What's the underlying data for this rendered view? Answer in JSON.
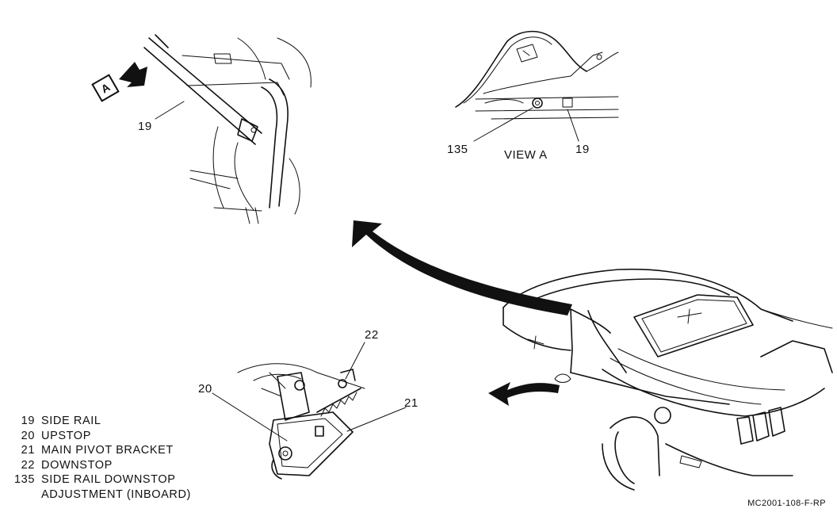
{
  "callouts": {
    "c19_main": "19",
    "c135": "135",
    "view_a": "VIEW A",
    "c19_view": "19",
    "c22": "22",
    "c20": "20",
    "c21": "21",
    "view_marker": "A"
  },
  "legend": [
    {
      "num": "19",
      "label": "SIDE RAIL"
    },
    {
      "num": "20",
      "label": "UPSTOP"
    },
    {
      "num": "21",
      "label": "MAIN PIVOT BRACKET"
    },
    {
      "num": "22",
      "label": "DOWNSTOP"
    },
    {
      "num": "135",
      "label": "SIDE RAIL DOWNSTOP"
    }
  ],
  "legend_continuation": "ADJUSTMENT (INBOARD)",
  "figure_ref": "MC2001-108-F-RP"
}
